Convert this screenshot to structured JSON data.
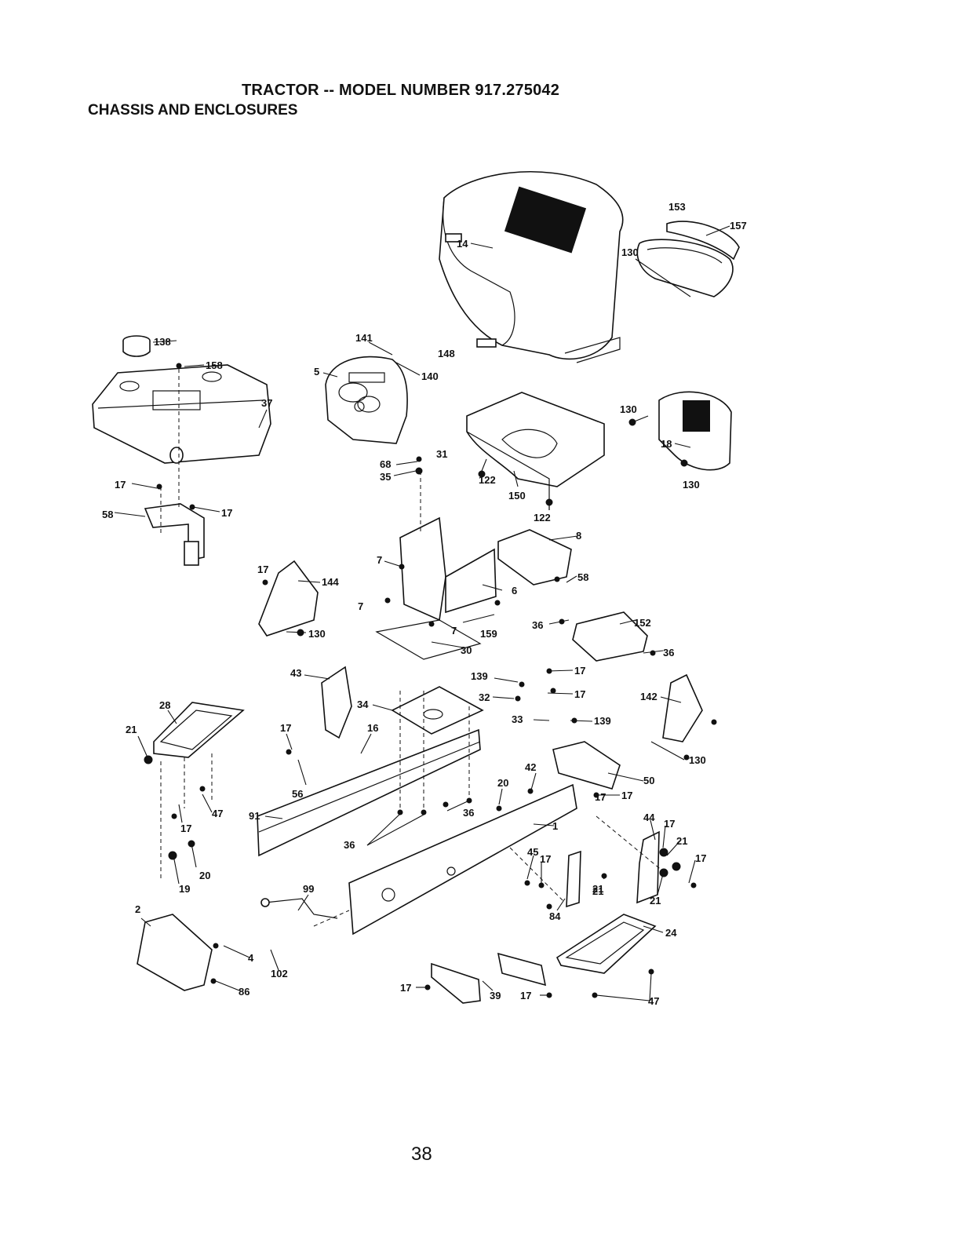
{
  "header": {
    "title": "TRACTOR -- MODEL NUMBER 917.275042",
    "subtitle": "CHASSIS AND ENCLOSURES"
  },
  "footer": {
    "page_number": "38"
  },
  "callouts": [
    "14",
    "157",
    "153",
    "130",
    "138",
    "158",
    "37",
    "141",
    "140",
    "5",
    "148",
    "130",
    "18",
    "130",
    "17",
    "58",
    "17",
    "68",
    "35",
    "31",
    "122",
    "150",
    "122",
    "8",
    "17",
    "144",
    "7",
    "7",
    "7",
    "6",
    "58",
    "130",
    "159",
    "36",
    "152",
    "30",
    "36",
    "43",
    "139",
    "17",
    "32",
    "17",
    "142",
    "28",
    "34",
    "16",
    "33",
    "139",
    "21",
    "17",
    "56",
    "42",
    "50",
    "17",
    "20",
    "91",
    "47",
    "17",
    "36",
    "36",
    "1",
    "44",
    "17",
    "17",
    "21",
    "45",
    "17",
    "21",
    "17",
    "20",
    "19",
    "99",
    "84",
    "21",
    "21",
    "2",
    "24",
    "4",
    "102",
    "86",
    "17",
    "39",
    "17",
    "47",
    "130"
  ]
}
